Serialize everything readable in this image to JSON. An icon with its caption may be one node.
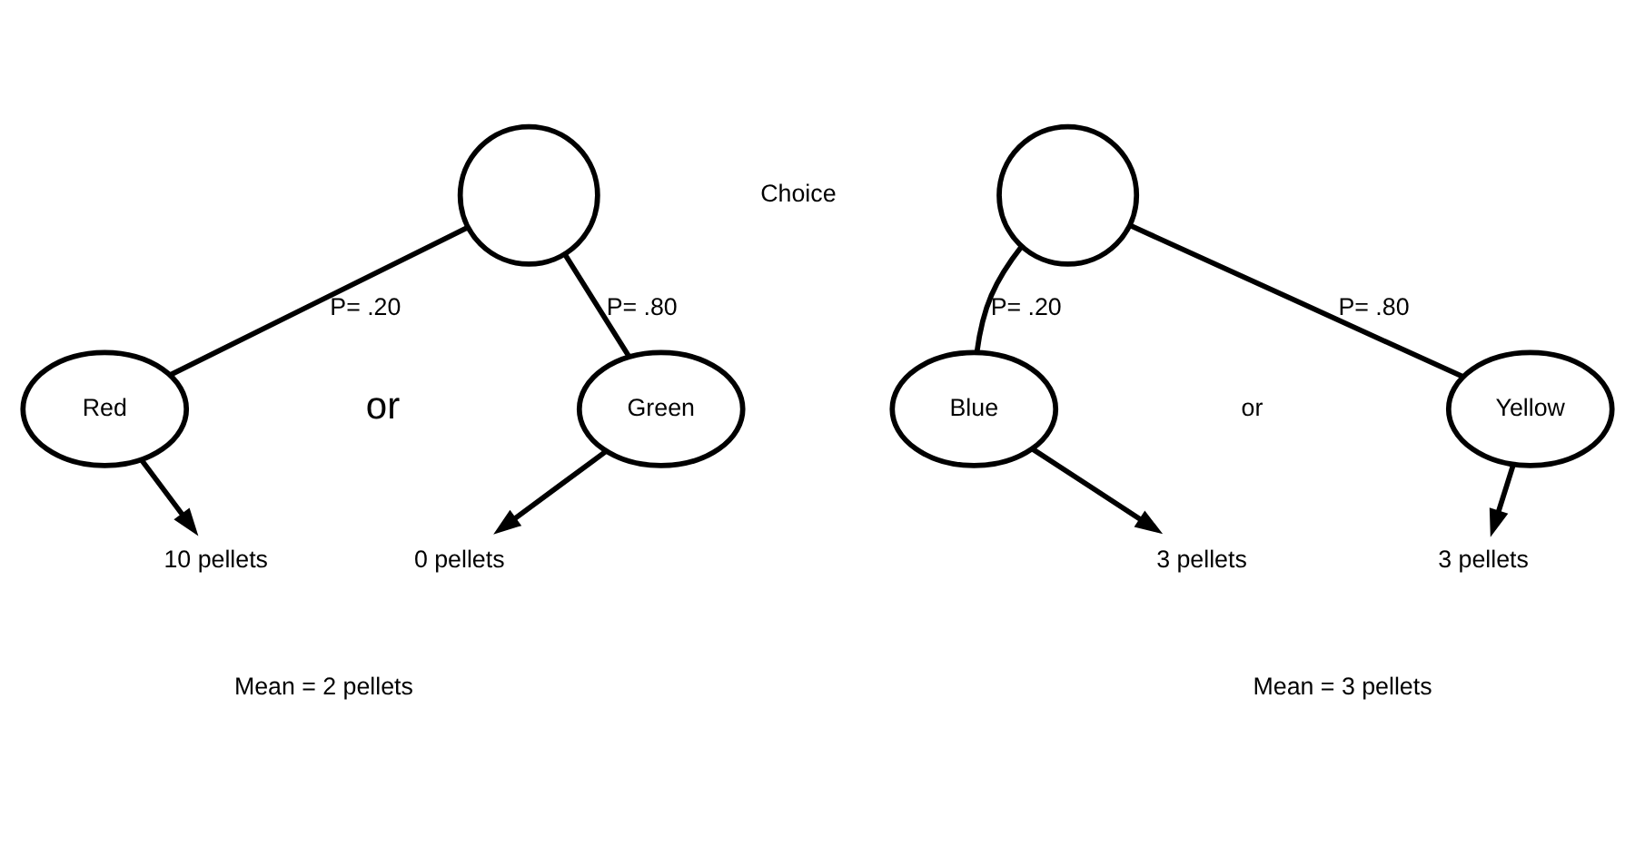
{
  "diagram": {
    "nodes": [
      {
        "text": [],
        "shape": "circle"
      },
      {
        "text": [
          "Red"
        ]
      },
      {
        "text": [
          "Green"
        ]
      },
      {
        "text": [
          "10 pellets"
        ]
      },
      {
        "text": [
          "0 pellets"
        ]
      },
      {
        "text": [],
        "shape": "circle"
      },
      {
        "text": [
          "Blue"
        ]
      },
      {
        "text": [
          "Yellow"
        ]
      },
      {
        "text": [
          "3 pellets"
        ]
      },
      {
        "text": [
          "3 pellets"
        ]
      }
    ],
    "edges": [
      {
        "from": 0,
        "to": 1,
        "arrow": "none",
        "label": "P= .20"
      },
      {
        "from": 0,
        "to": 2,
        "arrow": "none",
        "label": "P= .80"
      },
      {
        "from": 1,
        "to": 3,
        "arrow": "to"
      },
      {
        "from": 2,
        "to": 4,
        "arrow": "to"
      },
      {
        "from": 5,
        "to": 6,
        "arrow": "none",
        "label": "P= .20"
      },
      {
        "from": 5,
        "to": 7,
        "arrow": "none",
        "label": "P= .80"
      },
      {
        "from": 6,
        "to": 8,
        "arrow": "to"
      },
      {
        "from": 7,
        "to": 9,
        "arrow": "to"
      }
    ],
    "labels": [
      "Choice",
      "or",
      "or",
      "Mean = 2 pellets",
      "Mean = 3 pellets"
    ]
  }
}
